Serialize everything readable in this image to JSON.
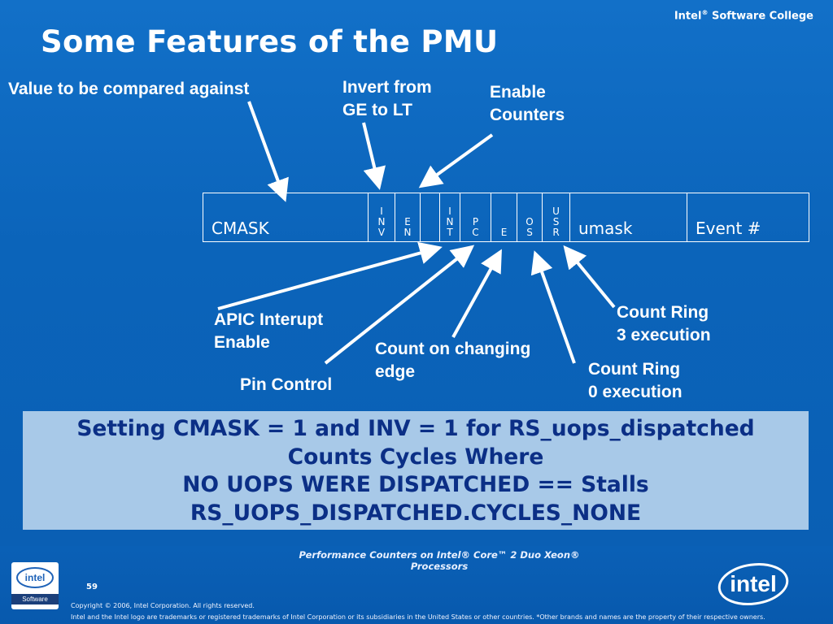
{
  "header": {
    "brand": "Intel",
    "brand_mark": "®",
    "brand_suffix": " Software College",
    "title": "Some Features of the PMU"
  },
  "labels": {
    "value_compared": "Value to be compared against",
    "invert": [
      "Invert from",
      "GE to LT"
    ],
    "enable_counters": [
      "Enable",
      "Counters"
    ],
    "apic": [
      "APIC Interupt",
      "Enable"
    ],
    "pin_control": "Pin Control",
    "count_edge": [
      "Count on changing",
      "edge"
    ],
    "ring3": [
      "Count Ring",
      "3 execution"
    ],
    "ring0": [
      "Count Ring",
      "0 execution"
    ]
  },
  "register": {
    "cmask": "CMASK",
    "inv": [
      "I",
      "N",
      "V"
    ],
    "en": [
      "E",
      "N"
    ],
    "int": [
      "I",
      "N",
      "T"
    ],
    "pc": [
      "P",
      "C"
    ],
    "e": "E",
    "os": [
      "O",
      "S"
    ],
    "usr": [
      "U",
      "S",
      "R"
    ],
    "umask": "umask",
    "event": "Event #"
  },
  "callout": {
    "lines": [
      "Setting CMASK = 1 and INV = 1 for RS_uops_dispatched",
      "Counts Cycles Where",
      "NO UOPS WERE DISPATCHED == Stalls",
      "RS_UOPS_DISPATCHED.CYCLES_NONE"
    ]
  },
  "footer": {
    "title_line1": "Performance Counters on Intel® Core™ 2 Duo Xeon®",
    "title_line2": "Processors",
    "page": "59",
    "copyright": "Copyright © 2006, Intel Corporation. All rights reserved.",
    "trademark": "Intel and the Intel logo are trademarks or registered trademarks of Intel Corporation or its subsidiaries in the United States or other countries. *Other brands and names are the property of their respective owners.",
    "software_label": "Software",
    "intel_word": "intel"
  },
  "colors": {
    "background": "#0b62b8",
    "callout_bg": "#a8c9e8",
    "callout_text": "#0b2f86"
  },
  "icons": {
    "sw_logo": "intel-software-logo",
    "intel_logo": "intel-logo"
  }
}
